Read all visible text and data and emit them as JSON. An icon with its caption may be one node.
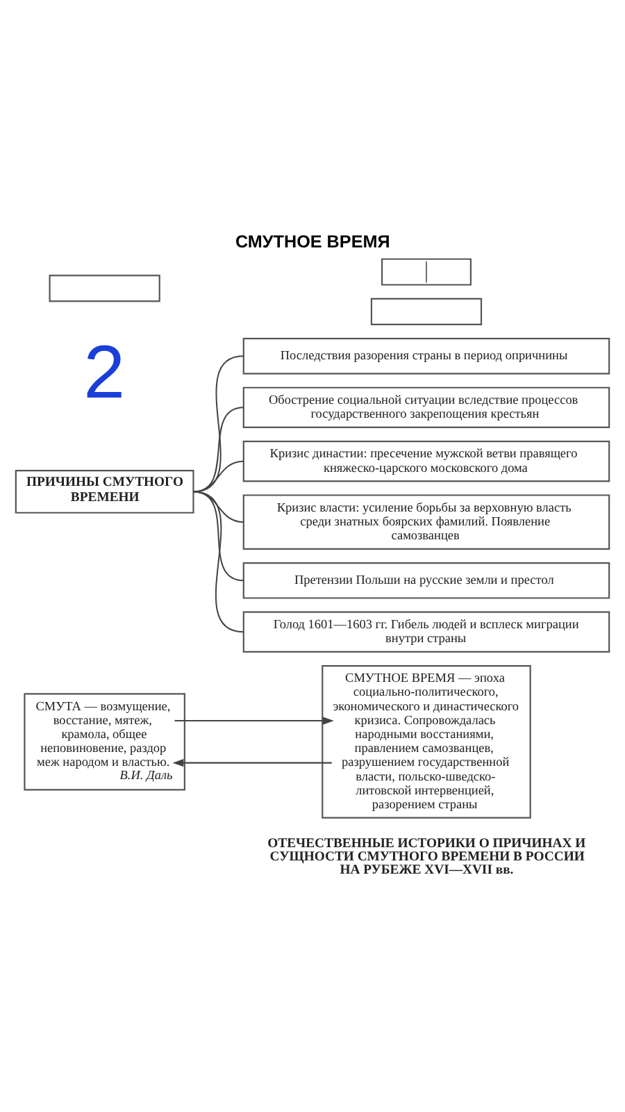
{
  "diagram": {
    "title": "СМУТНОЕ ВРЕМЯ",
    "nodes": [
      {
        "text": [],
        "shape": "box"
      },
      {
        "text": [],
        "shape": "box"
      },
      {
        "text": [],
        "shape": "box"
      },
      {
        "text": [
          "ПРИЧИНЫ СМУТНОГО ВРЕМЕНИ"
        ]
      },
      {
        "text": [
          "Последствия разорения страны в период опричнины"
        ]
      },
      {
        "text": [
          "Обострение социальной ситуации вследствие процессов государственного закрепощения крестьян"
        ]
      },
      {
        "text": [
          "Кризис династии: пресечение мужской ветви правящего княжеско-царского московского дома"
        ]
      },
      {
        "text": [
          "Кризис власти: усиление борьбы за верховную власть среди знатных боярских фамилий. Появление самозванцев"
        ]
      },
      {
        "text": [
          "Претензии Польши на русские земли и престол"
        ]
      },
      {
        "text": [
          "Голод 1601—1603 гг. Гибель людей и всплеск миграции внутри страны"
        ]
      },
      {
        "text": [
          "СМУТА — возмущение, восстание, мятеж, крамола, общее неповиновение, раздор меж народом и властью.",
          "В.И. Даль"
        ]
      },
      {
        "text": [
          "СМУТНОЕ ВРЕМЯ — эпоха социально-политического, экономического и династического кризиса. Сопровождалась народными восстаниями, правлением самозванцев, разрушением государственной власти, польско-шведско-литовской интервенцией, разорением страны"
        ]
      }
    ],
    "edges": [
      {
        "from": 3,
        "to": 4,
        "arrow": "none"
      },
      {
        "from": 3,
        "to": 5,
        "arrow": "none"
      },
      {
        "from": 3,
        "to": 6,
        "arrow": "none"
      },
      {
        "from": 3,
        "to": 7,
        "arrow": "none"
      },
      {
        "from": 3,
        "to": 8,
        "arrow": "none"
      },
      {
        "from": 3,
        "to": 9,
        "arrow": "none"
      },
      {
        "from": 10,
        "to": 11,
        "arrow": "to"
      },
      {
        "from": 11,
        "to": 10,
        "arrow": "to"
      }
    ],
    "labels": [
      "2",
      "ОТЕЧЕСТВЕННЫЕ ИСТОРИКИ О ПРИЧИНАХ И СУЩНОСТИ СМУТНОГО ВРЕМЕНИ В РОССИИ НА РУБЕЖЕ XVI—XVII вв."
    ]
  }
}
